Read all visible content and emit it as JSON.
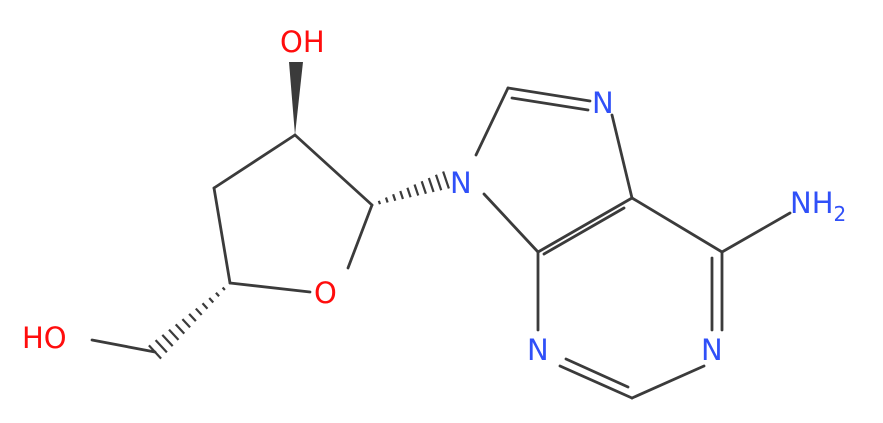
{
  "molecule": {
    "labels": {
      "oh_top": "OH",
      "oh_left": "HO",
      "o_ring": "O",
      "n9": "N",
      "n7": "N",
      "n3": "N",
      "n1": "N",
      "nh2_main": "NH",
      "nh2_sub": "2"
    },
    "colors": {
      "oxygen": "#ff0d0d",
      "nitrogen": "#3050f8",
      "bond": "#3b3b3b"
    }
  }
}
